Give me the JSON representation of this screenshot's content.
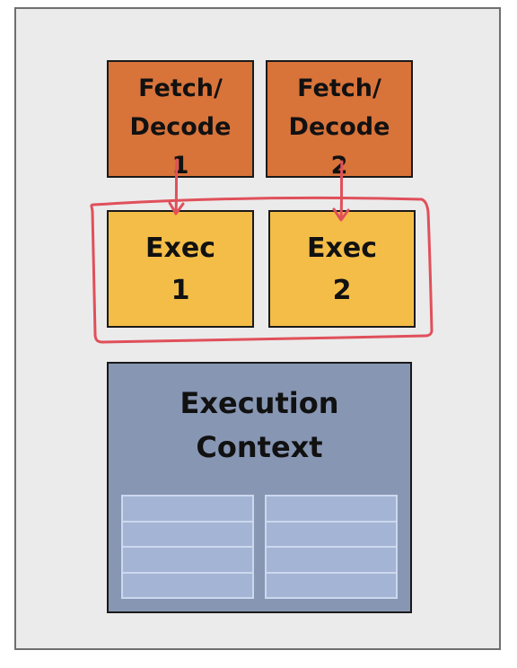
{
  "units": [
    {
      "fetch_line1": "Fetch/",
      "fetch_line2": "Decode",
      "fetch_line3": "1",
      "exec_line1": "Exec",
      "exec_line2": "1"
    },
    {
      "fetch_line1": "Fetch/",
      "fetch_line2": "Decode",
      "fetch_line3": "2",
      "exec_line1": "Exec",
      "exec_line2": "2"
    }
  ],
  "context": {
    "line1": "Execution",
    "line2": "Context",
    "table_rows": 4
  },
  "colors": {
    "fetch_decode": "#d8733a",
    "exec": "#f4bd47",
    "context": "#8796b3",
    "context_table": "#a4b4d4",
    "annotation": "#e0505a"
  }
}
